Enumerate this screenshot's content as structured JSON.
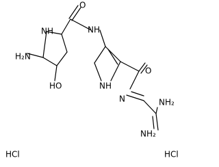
{
  "molecule": {
    "atoms": {
      "carbonyl_o_top": "O",
      "amide_nh_top": "NH",
      "pyrrolidine_nh": "NH",
      "hydroxyl": "HO",
      "amino_left": "H₂N",
      "pyrrole_nh": "NH",
      "carbonyl_o_right": "O",
      "imine_n": "N",
      "amino_top_right": "NH₂",
      "amino_bottom_right": "NH₂"
    },
    "salts": {
      "left": "HCl",
      "right": "HCl"
    }
  }
}
